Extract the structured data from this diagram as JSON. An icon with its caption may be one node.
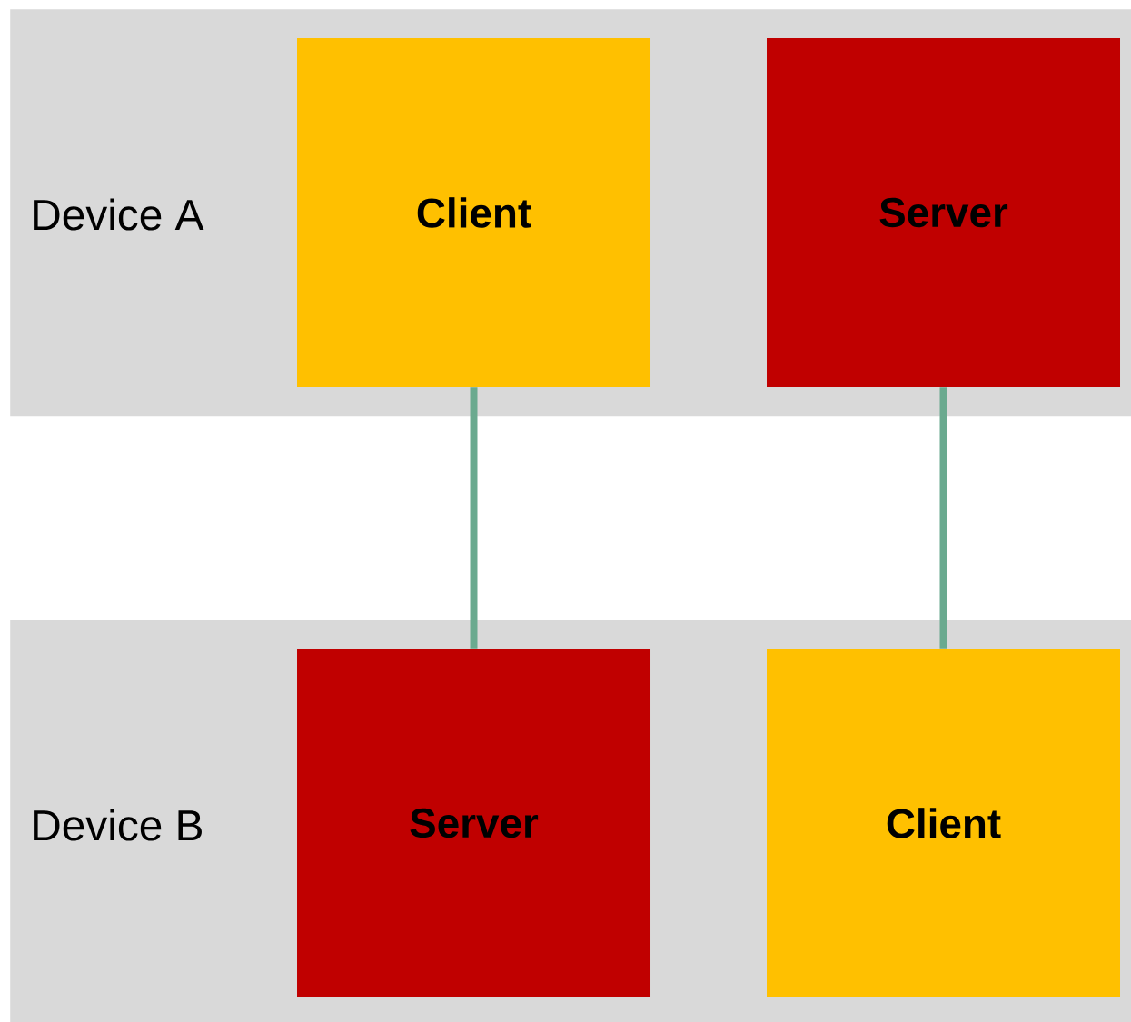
{
  "diagram": {
    "nodes": [
      {
        "text": [
          "Device A"
        ]
      },
      {
        "text": [
          "Client"
        ],
        "in": 0
      },
      {
        "text": [
          "Server"
        ],
        "in": 0
      },
      {
        "text": [
          "Device B"
        ]
      },
      {
        "text": [
          "Server"
        ],
        "in": 3
      },
      {
        "text": [
          "Client"
        ],
        "in": 3
      }
    ],
    "edges": [
      {
        "from": 1,
        "to": 4,
        "arrow": "none"
      },
      {
        "from": 2,
        "to": 5,
        "arrow": "none"
      }
    ]
  }
}
